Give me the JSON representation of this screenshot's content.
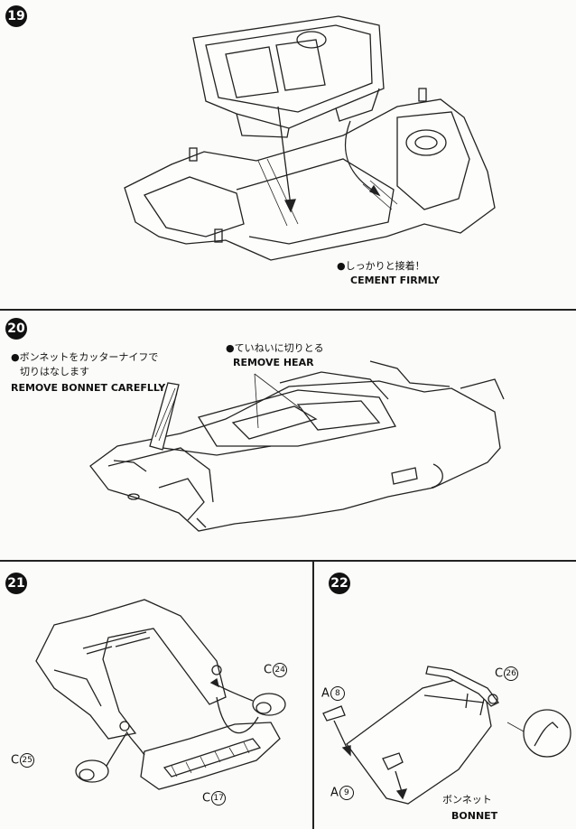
{
  "steps": {
    "s19": {
      "number": "19",
      "note_jp": "●しっかりと接着！",
      "note_en": "CEMENT FIRMLY"
    },
    "s20": {
      "number": "20",
      "note1_jp_line1": "●ボンネットをカッターナイフで",
      "note1_jp_line2": "切りはなします",
      "note1_en": "REMOVE BONNET CAREFLLY",
      "note2_jp": "●ていねいに切りとる",
      "note2_en": "REMOVE HEAR"
    },
    "s21": {
      "number": "21",
      "parts": [
        {
          "letter": "C",
          "num": "24"
        },
        {
          "letter": "C",
          "num": "25"
        },
        {
          "letter": "C",
          "num": "17"
        }
      ]
    },
    "s22": {
      "number": "22",
      "parts": [
        {
          "letter": "C",
          "num": "26"
        },
        {
          "letter": "A",
          "num": "8"
        },
        {
          "letter": "A",
          "num": "9"
        }
      ],
      "bonnet_jp": "ボンネット",
      "bonnet_en": "BONNET"
    }
  }
}
